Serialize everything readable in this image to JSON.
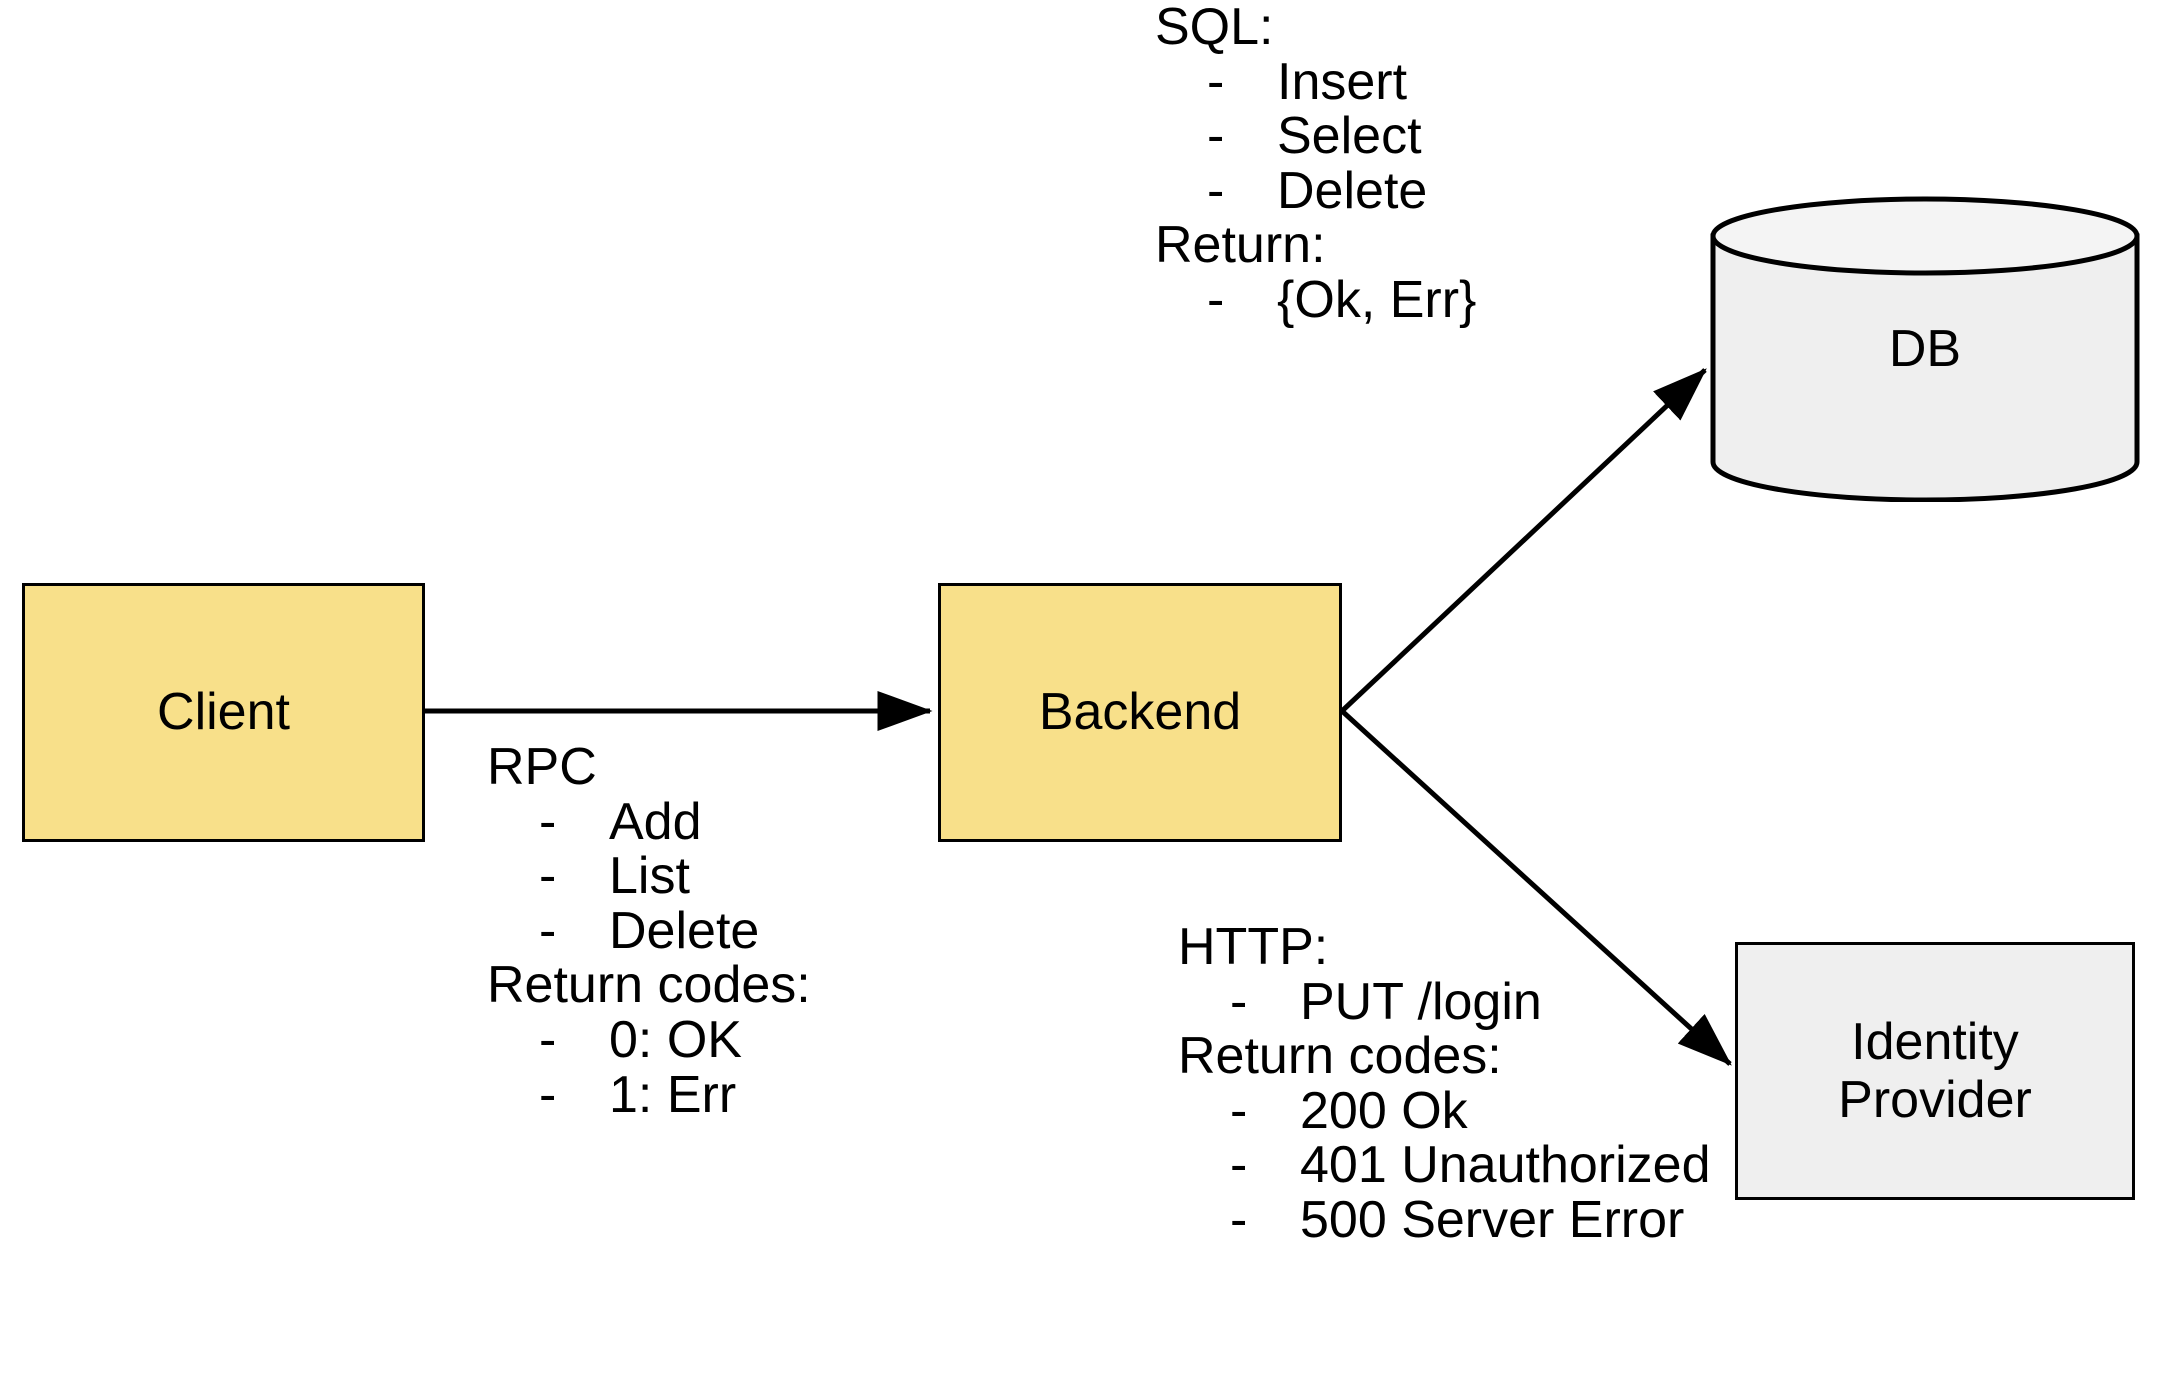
{
  "diagram": {
    "title": "Client / Backend / DB / Identity Provider architecture",
    "colors": {
      "service_fill": "#f8e08a",
      "external_fill": "#efefef",
      "stroke": "#000000",
      "background": "#ffffff"
    },
    "nodes": {
      "client": {
        "label": "Client",
        "shape": "rectangle",
        "fill": "#f8e08a"
      },
      "backend": {
        "label": "Backend",
        "shape": "rectangle",
        "fill": "#f8e08a"
      },
      "db": {
        "label": "DB",
        "shape": "cylinder",
        "fill": "#efefef"
      },
      "identity_provider": {
        "label": "Identity\nProvider",
        "shape": "rectangle",
        "fill": "#efefef"
      }
    },
    "edges": [
      {
        "from": "client",
        "to": "backend",
        "protocol": "RPC",
        "style": "straight-arrow"
      },
      {
        "from": "backend",
        "to": "db",
        "protocol": "SQL",
        "style": "diagonal-arrow"
      },
      {
        "from": "backend",
        "to": "identity_provider",
        "protocol": "HTTP",
        "style": "diagonal-arrow"
      }
    ],
    "annotations": {
      "rpc": {
        "heading": "RPC",
        "items": [
          "Add",
          "List",
          "Delete"
        ],
        "returns_heading": "Return codes:",
        "returns": [
          "0: OK",
          "1: Err"
        ],
        "bullet": "-"
      },
      "sql": {
        "heading": "SQL:",
        "items": [
          "Insert",
          "Select",
          "Delete"
        ],
        "returns_heading": "Return:",
        "returns": [
          "{Ok, Err}"
        ],
        "bullet": "-"
      },
      "http": {
        "heading": "HTTP:",
        "items": [
          "PUT /login"
        ],
        "returns_heading": "Return codes:",
        "returns": [
          "200 Ok",
          "401 Unauthorized",
          "500 Server Error"
        ],
        "bullet": "-"
      }
    }
  }
}
